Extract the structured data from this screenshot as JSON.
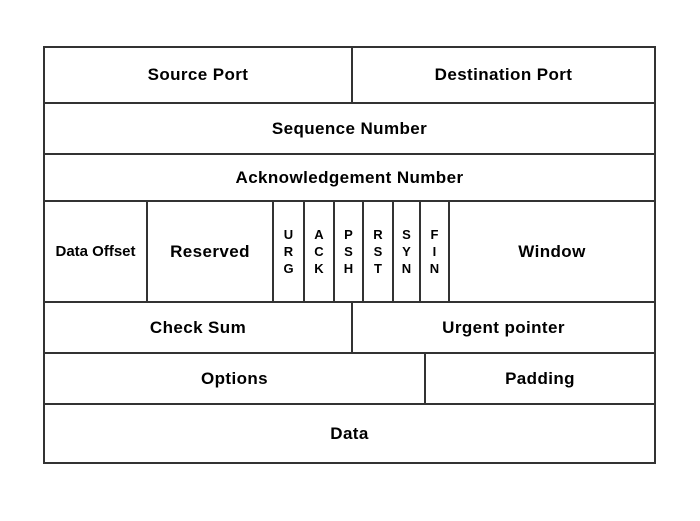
{
  "colors": {
    "border": "#333333",
    "background": "#ffffff",
    "text": "#000000"
  },
  "tcp_header_diagram": {
    "row_ports": {
      "source_port": "Source Port",
      "destination_port": "Destination Port"
    },
    "row_sequence": {
      "sequence_number": "Sequence Number"
    },
    "row_acknowledgement": {
      "acknowledgement_number": "Acknowledgement Number"
    },
    "row_flags": {
      "data_offset": "Data Offset",
      "reserved": "Reserved",
      "urg": "U\nR\nG",
      "ack": "A\nC\nK",
      "psh": "P\nS\nH",
      "rst": "R\nS\nT",
      "syn": "S\nY\nN",
      "fin": "F\nI\nN",
      "window": "Window"
    },
    "row_checksum": {
      "check_sum": "Check Sum",
      "urgent_pointer": "Urgent pointer"
    },
    "row_options": {
      "options": "Options",
      "padding": "Padding"
    },
    "row_data": {
      "data": "Data"
    }
  }
}
